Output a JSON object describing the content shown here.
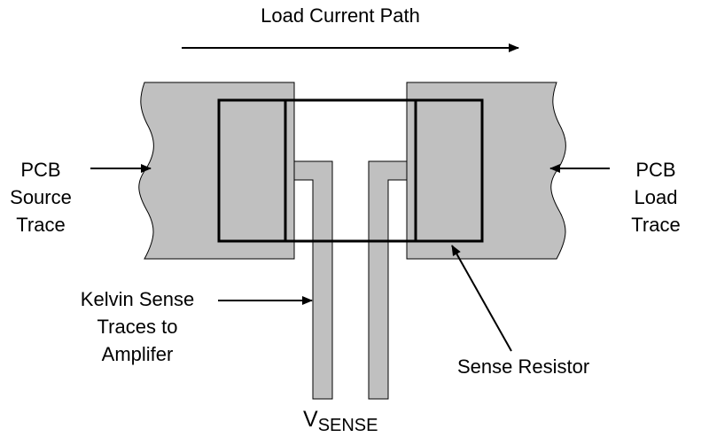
{
  "diagram": {
    "title": "Load Current Path",
    "pcb_source": [
      "PCB",
      "Source",
      "Trace"
    ],
    "pcb_load": [
      "PCB",
      "Load",
      "Trace"
    ],
    "kelvin": [
      "Kelvin Sense",
      "Traces to",
      "Amplifer"
    ],
    "sense_resistor": "Sense Resistor",
    "vsense_main": "V",
    "vsense_sub": "SENSE"
  },
  "colors": {
    "trace_fill": "#c0c0c0",
    "outline": "#000000",
    "background": "#ffffff"
  }
}
